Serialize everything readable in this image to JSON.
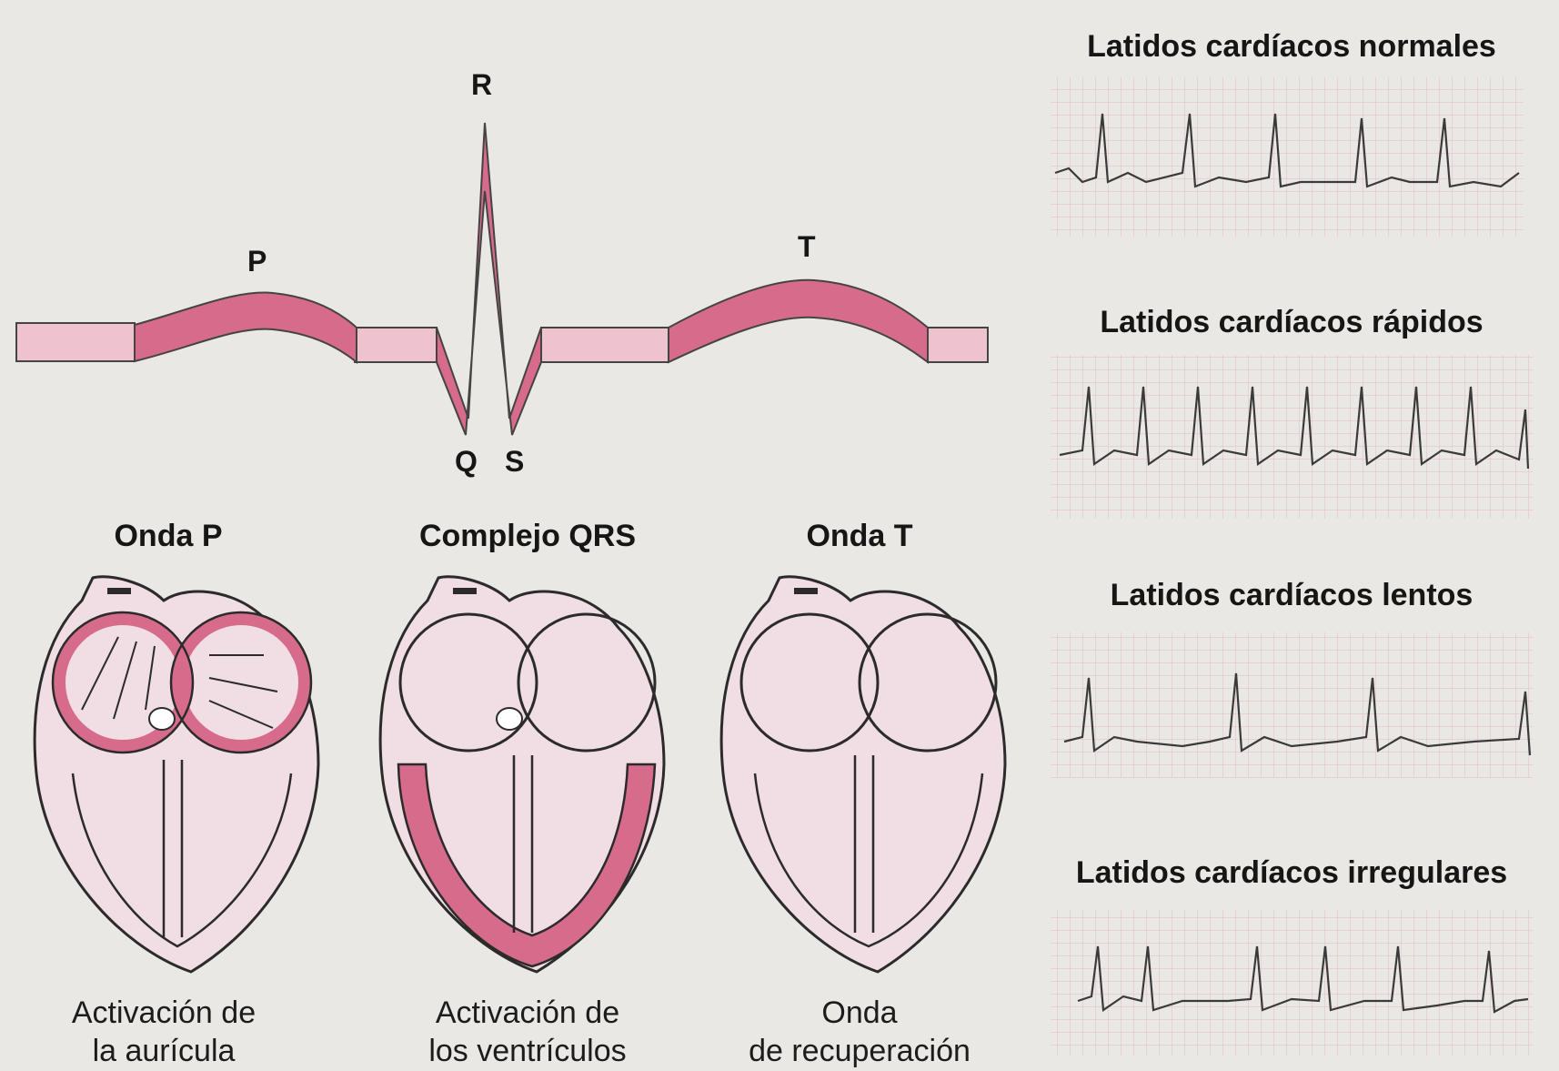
{
  "wave": {
    "label_p": "P",
    "label_r": "R",
    "label_t": "T",
    "label_q": "Q",
    "label_s": "S"
  },
  "hearts": [
    {
      "title": "Onda P",
      "caption_line1": "Activación de",
      "caption_line2": "la aurícula"
    },
    {
      "title": "Complejo QRS",
      "caption_line1": "Activación de",
      "caption_line2": "los ventrículos"
    },
    {
      "title": "Onda T",
      "caption_line1": "Onda",
      "caption_line2": "de recuperación"
    }
  ],
  "strips": [
    {
      "title": "Latidos cardíacos normales"
    },
    {
      "title": "Latidos cardíacos rápidos"
    },
    {
      "title": "Latidos cardíacos lentos"
    },
    {
      "title": "Latidos cardíacos irregulares"
    }
  ],
  "colors": {
    "wave_fill": "#d66b8c",
    "wave_light": "#efc2cf",
    "heart_fill": "#f1dde4",
    "heart_active": "#d66b8c",
    "outline": "#2b2b2b",
    "ecg_trace": "#3a3a3a",
    "ecg_grid": "#e7b9c6"
  }
}
